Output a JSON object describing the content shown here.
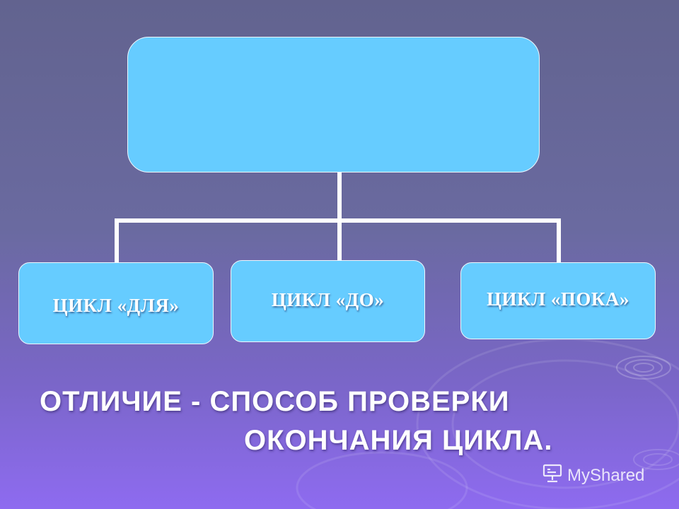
{
  "diagram": {
    "root": {
      "label": ""
    },
    "children": [
      {
        "label": "ЦИКЛ «ДЛЯ»"
      },
      {
        "label": "ЦИКЛ «ДО»"
      },
      {
        "label": "ЦИКЛ «ПОКА»"
      }
    ]
  },
  "caption": {
    "line1": "ОТЛИЧИЕ - СПОСОБ ПРОВЕРКИ",
    "line2": "ОКОНЧАНИЯ ЦИКЛА."
  },
  "watermark": {
    "text": "MyShared",
    "icon": "presentation-board-icon"
  },
  "colors": {
    "box_fill": "#66ccff",
    "connector": "#ffffff",
    "text": "#ffffff"
  }
}
